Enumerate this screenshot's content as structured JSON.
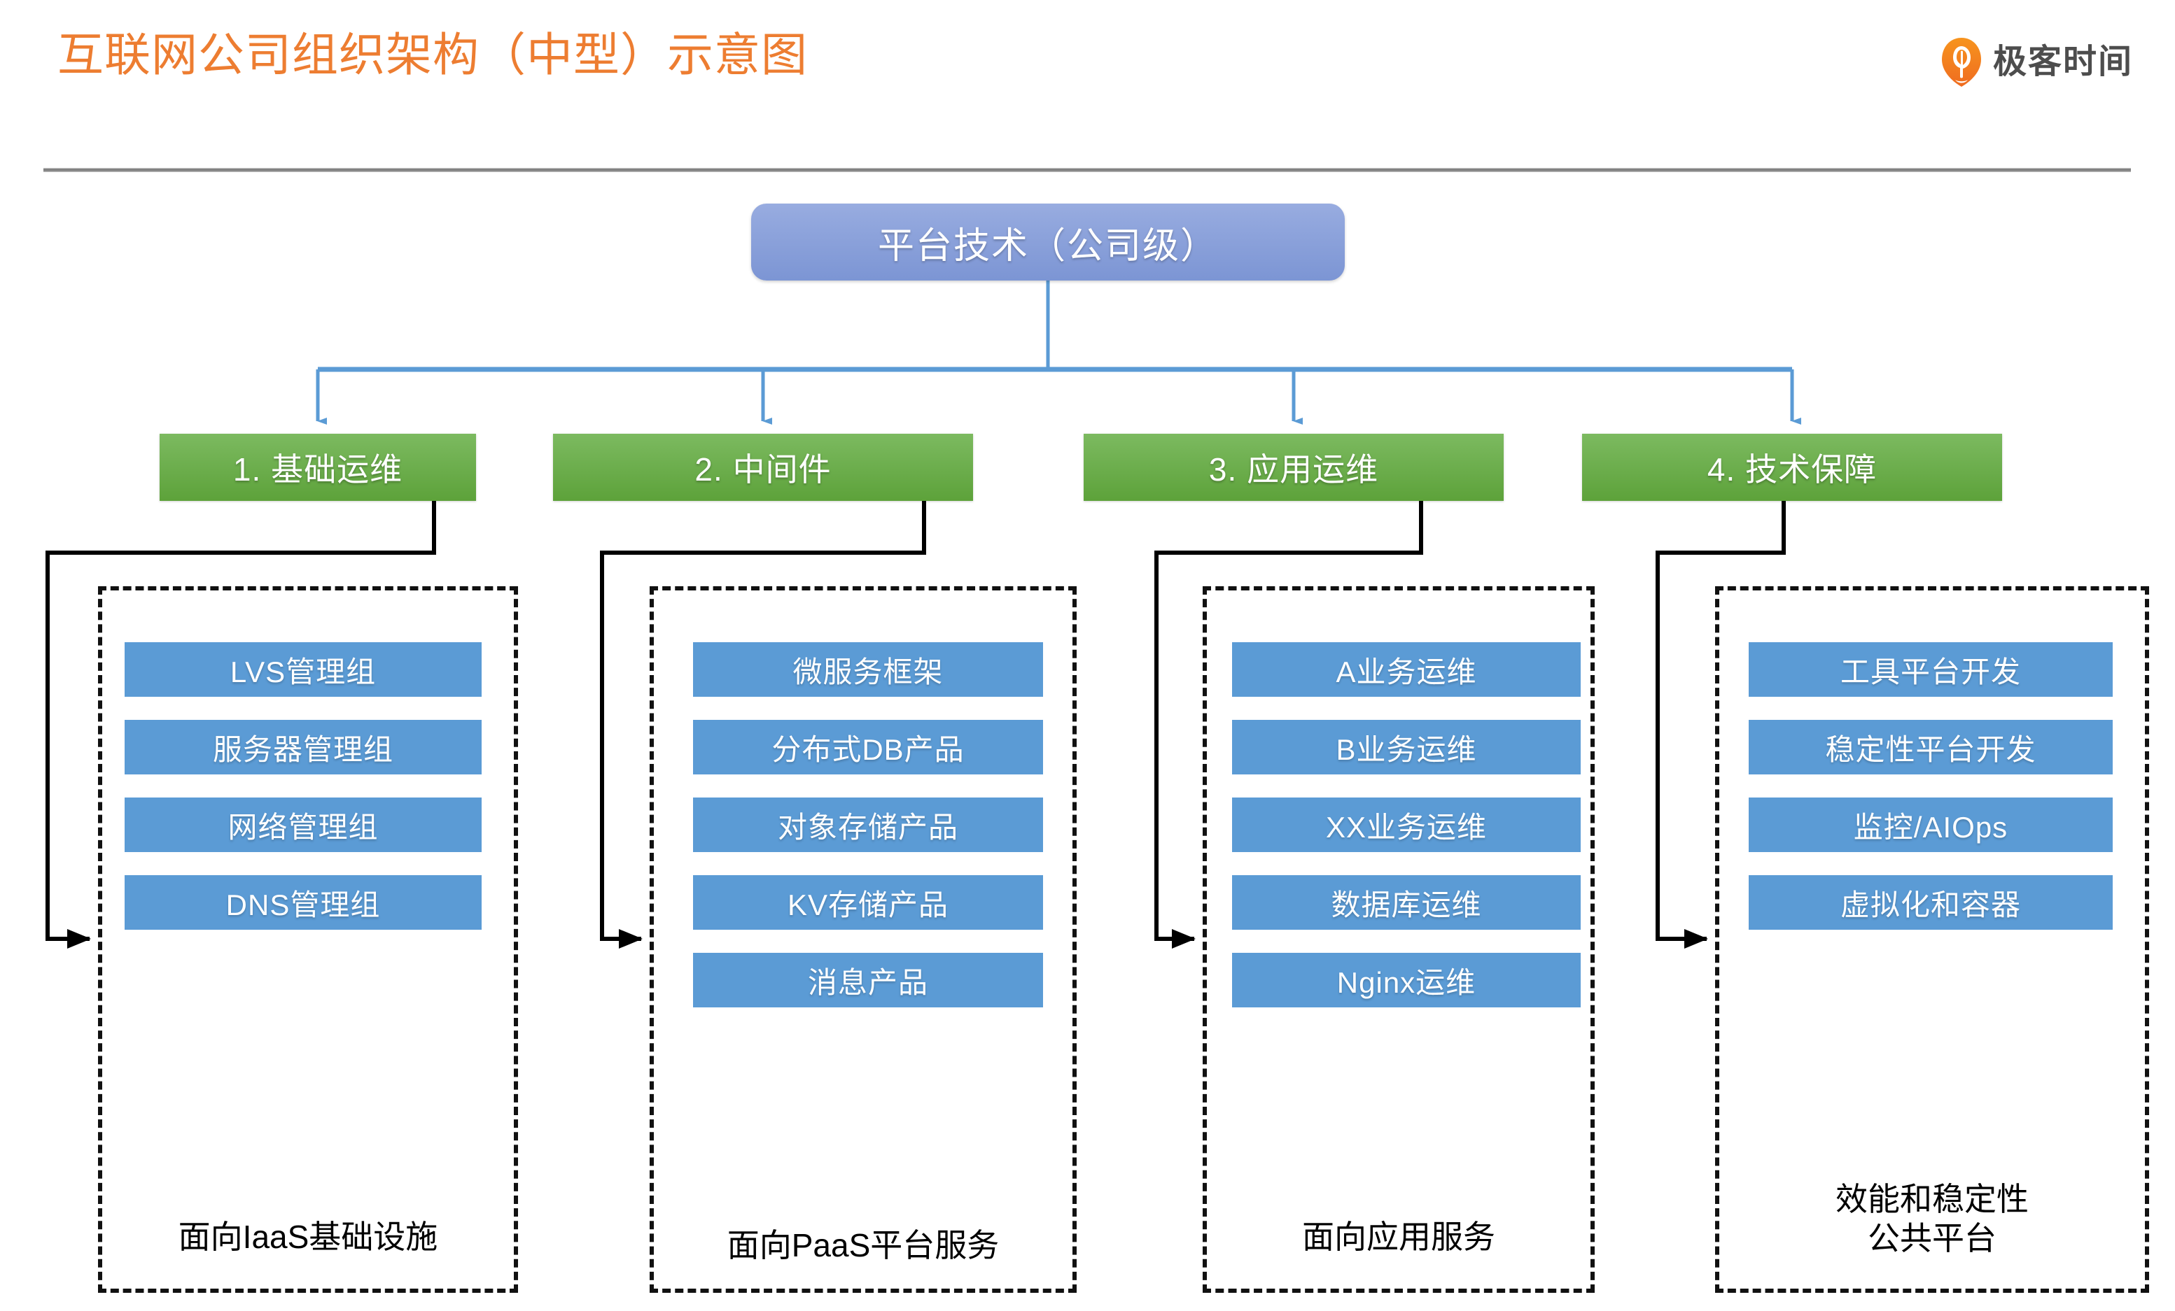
{
  "header": {
    "title": "互联网公司组织架构（中型）示意图",
    "brand_name": "极客时间",
    "brand_icon": "geektime-pin-icon",
    "title_color": "#ED7D31",
    "brand_color": "#4d4d4d"
  },
  "colors": {
    "root_node": "#8aa1dc",
    "dept_node": "#6bb04c",
    "team_box": "#5b9bd5",
    "group_border": "#111111",
    "connector_blue": "#5b9bd5",
    "connector_black": "#000000"
  },
  "chart_data": {
    "type": "diagram",
    "title": "互联网公司组织架构（中型）示意图",
    "root": {
      "label": "平台技术（公司级）"
    },
    "departments": [
      {
        "label": "1. 基础运维",
        "caption": "面向IaaS基础设施",
        "teams": [
          "LVS管理组",
          "服务器管理组",
          "网络管理组",
          "DNS管理组"
        ]
      },
      {
        "label": "2. 中间件",
        "caption": "面向PaaS平台服务",
        "teams": [
          "微服务框架",
          "分布式DB产品",
          "对象存储产品",
          "KV存储产品",
          "消息产品"
        ]
      },
      {
        "label": "3. 应用运维",
        "caption": "面向应用服务",
        "teams": [
          "A业务运维",
          "B业务运维",
          "XX业务运维",
          "数据库运维",
          "Nginx运维"
        ]
      },
      {
        "label": "4. 技术保障",
        "caption": "效能和稳定性\n公共平台",
        "teams": [
          "工具平台开发",
          "稳定性平台开发",
          "监控/AIOps",
          "虚拟化和容器"
        ]
      }
    ]
  }
}
